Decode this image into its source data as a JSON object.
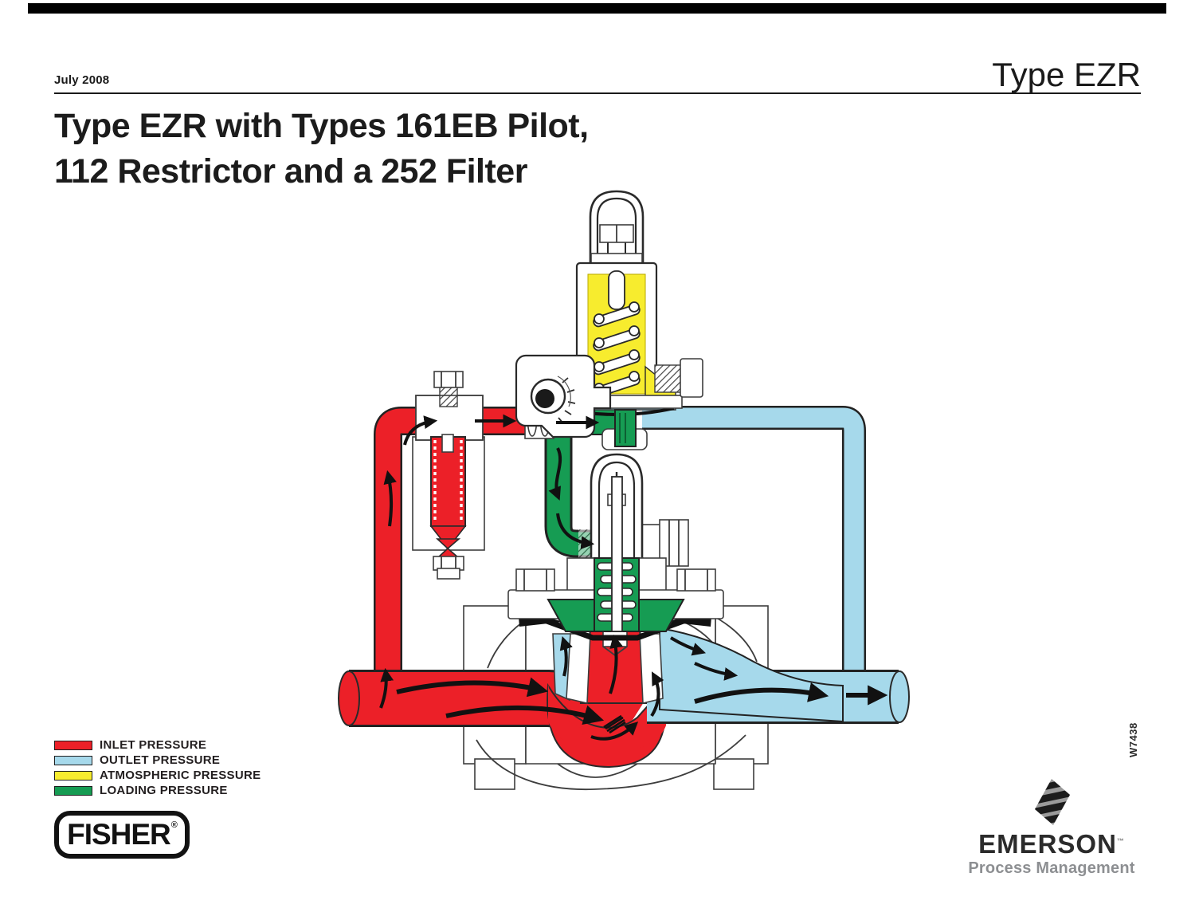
{
  "page": {
    "date": "July 2008",
    "doc_type": "Type EZR",
    "title_line1": "Type EZR with Types 161EB Pilot,",
    "title_line2": "112 Restrictor and a 252 Filter",
    "figure_code": "W7438"
  },
  "legend": {
    "items": [
      {
        "label": "INLET PRESSURE",
        "color": "#EC2028"
      },
      {
        "label": "OUTLET PRESSURE",
        "color": "#A6D9EB"
      },
      {
        "label": "ATMOSPHERIC PRESSURE",
        "color": "#F7EC2E"
      },
      {
        "label": "LOADING PRESSURE",
        "color": "#169C53"
      }
    ]
  },
  "branding": {
    "fisher_logo": "FISHER",
    "fisher_reg": "®",
    "emerson_logo": "EMERSON",
    "emerson_tm": "™",
    "emerson_sub": "Process Management"
  },
  "diagram": {
    "colors": {
      "inlet": "#EC2028",
      "outlet": "#A6D9EB",
      "atmospheric": "#F7EC2E",
      "loading": "#169C53",
      "outline": "#2a2a2a"
    }
  }
}
